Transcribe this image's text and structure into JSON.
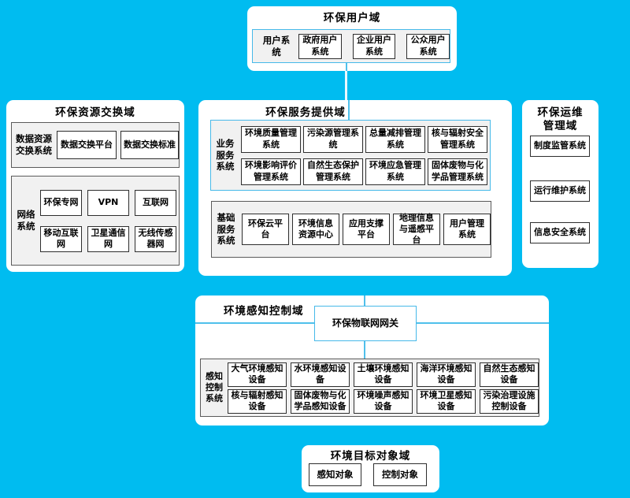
{
  "colors": {
    "background": "#00bcf0",
    "panel": "#ffffff",
    "section_fill": "#f1f1f1",
    "section_border": "#5a5a5a",
    "accent_border": "#46b9e9",
    "connector": "#4fc0eb",
    "text": "#000000"
  },
  "domains": {
    "user": {
      "title": "环保用户域",
      "group_label": "用户系统",
      "systems": [
        "政府用户系统",
        "企业用户系统",
        "公众用户系统"
      ]
    },
    "exchange": {
      "title": "环保资源交换域",
      "data_group_label": "数据资源交换系统",
      "data_systems": [
        "数据交换平台",
        "数据交换标准"
      ],
      "network_group_label": "网络系统",
      "networks": [
        "环保专网",
        "VPN",
        "互联网",
        "移动互联网",
        "卫星通信网",
        "无线传感器网"
      ]
    },
    "service": {
      "title": "环保服务提供域",
      "business_group_label": "业务服务系统",
      "business_systems": [
        "环境质量管理系统",
        "污染源管理系统",
        "总量减排管理系统",
        "核与辐射安全管理系统",
        "环境影响评价管理系统",
        "自然生态保护管理系统",
        "环境应急管理系统",
        "固体废物与化学品管理系统"
      ],
      "basic_group_label": "基础服务系统",
      "basic_systems": [
        "环保云平台",
        "环境信息资源中心",
        "应用支撑平台",
        "地理信息与遥感平台",
        "用户管理系统"
      ]
    },
    "operations": {
      "title": "环保运维管理域",
      "systems": [
        "制度监管系统",
        "运行维护系统",
        "信息安全系统"
      ]
    },
    "sensing": {
      "title": "环境感知控制域",
      "gateway": "环保物联网网关",
      "group_label": "感知控制系统",
      "devices": [
        "大气环境感知设备",
        "水环境感知设备",
        "土壤环境感知设备",
        "海洋环境感知设备",
        "自然生态感知设备",
        "核与辐射感知设备",
        "固体废物与化学品感知设备",
        "环境噪声感知设备",
        "环境卫星感知设备",
        "污染治理设施控制设备"
      ]
    },
    "target": {
      "title": "环境目标对象域",
      "objects": [
        "感知对象",
        "控制对象"
      ]
    }
  }
}
